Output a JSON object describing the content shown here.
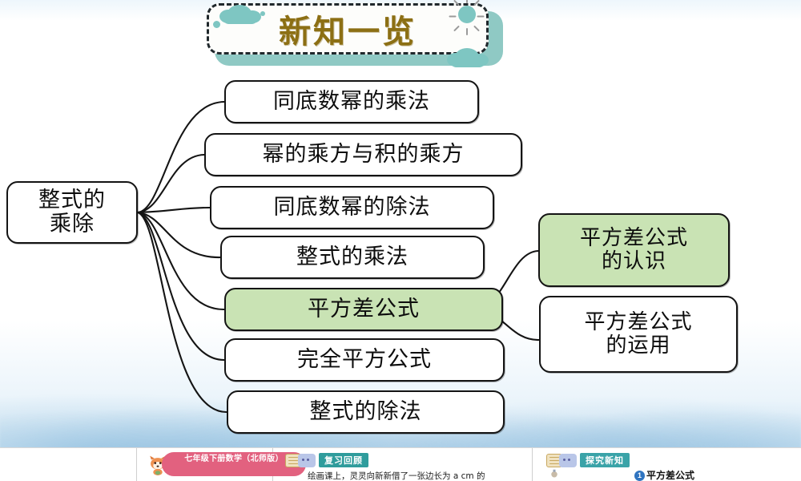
{
  "banner": {
    "title": "新知一览",
    "decor": [
      "cloud-left",
      "cloud-right",
      "sun",
      "dot-small",
      "dot-tiny"
    ],
    "accent_color": "#7ec6c2",
    "title_color": "#8c6f14"
  },
  "mindmap": {
    "root": {
      "label": "整式的\n乘除",
      "line1": "整式的",
      "line2": "乘除"
    },
    "branches": [
      {
        "label": "同底数幂的乘法",
        "highlight": false
      },
      {
        "label": "幂的乘方与积的乘方",
        "highlight": false
      },
      {
        "label": "同底数幂的除法",
        "highlight": false
      },
      {
        "label": "整式的乘法",
        "highlight": false
      },
      {
        "label": "平方差公式",
        "highlight": true
      },
      {
        "label": "完全平方公式",
        "highlight": false
      },
      {
        "label": "整式的除法",
        "highlight": false
      }
    ],
    "leaves": [
      {
        "line1": "平方差公式",
        "line2": "的认识",
        "highlight": true
      },
      {
        "line1": "平方差公式",
        "line2": "的运用",
        "highlight": false
      }
    ],
    "highlight_color": "#c9e3b4",
    "node_border_color": "#141414"
  },
  "slide_strip": {
    "slides": [
      {
        "badge": "七年级下册数学（北师版）",
        "badge_color": "#e2617f",
        "icon": "fox-icon"
      },
      {
        "tag": "复习回顾",
        "body": "绘画课上，灵灵向新新借了一张边长为 a cm 的"
      },
      {
        "tag": "探究新知",
        "heading_num": "1",
        "heading": "平方差公式"
      }
    ]
  }
}
